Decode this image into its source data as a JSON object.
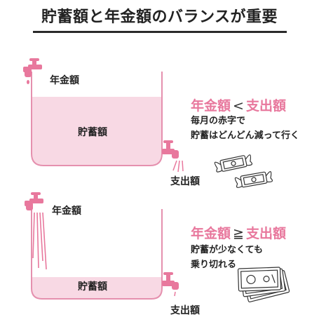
{
  "title": "貯蓄額と年金額のバランスが重要",
  "colors": {
    "accent_pink": "#e8789d",
    "tank_fill": "#f8d9e4",
    "tank_outline": "#e590ae",
    "faucet": "#e8789d",
    "ink": "#222222"
  },
  "top": {
    "inflow_label": "年金額",
    "tank_label": "貯蓄額",
    "outflow_label": "支出額",
    "comparison": {
      "left": "年金額",
      "operator": "<",
      "right": "支出額"
    },
    "description": [
      "毎月の赤字で",
      "貯蓄はどんどん減って行く"
    ],
    "illustration": "flying-money-icon"
  },
  "bottom": {
    "inflow_label": "年金額",
    "tank_label": "貯蓄額",
    "outflow_label": "支出額",
    "comparison": {
      "left": "年金額",
      "operator": "≧",
      "right": "支出額"
    },
    "description": [
      "貯蓄が少なくても",
      "乗り切れる"
    ],
    "illustration": "banknotes-icon"
  }
}
